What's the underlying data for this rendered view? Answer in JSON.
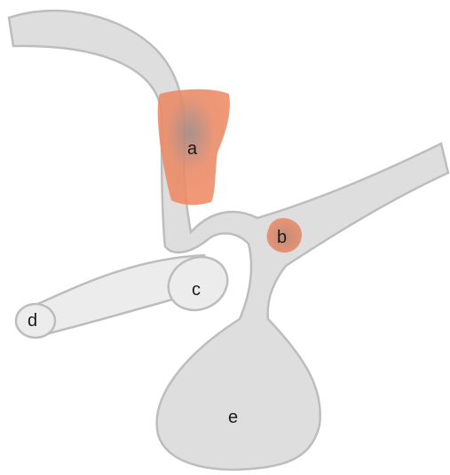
{
  "labels": {
    "a": "a",
    "b": "b",
    "c": "c",
    "d": "d",
    "e": "e"
  },
  "colors": {
    "structure_fill": "#dedede",
    "structure_stroke": "#bdbdbd",
    "tube_fill": "#ececec",
    "highlight": "#ef8a66",
    "highlight_dark": "#a88c86",
    "label": "#1a1a1a"
  }
}
